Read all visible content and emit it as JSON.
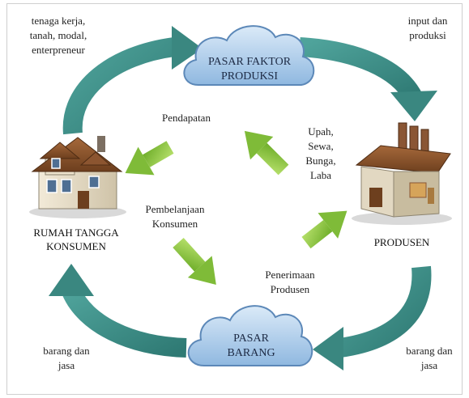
{
  "nodes": {
    "factor_market": {
      "line1": "PASAR FAKTOR",
      "line2": "PRODUKSI"
    },
    "goods_market": {
      "line1": "PASAR",
      "line2": "BARANG"
    },
    "household": {
      "line1": "RUMAH TANGGA",
      "line2": "KONSUMEN"
    },
    "producer": {
      "line1": "PRODUSEN"
    }
  },
  "flows": {
    "top_left": {
      "line1": "tenaga kerja,",
      "line2": "tanah, modal,",
      "line3": "enterpreneur"
    },
    "top_right": {
      "line1": "input dan",
      "line2": "produksi"
    },
    "bottom_left": {
      "line1": "barang dan",
      "line2": "jasa"
    },
    "bottom_right": {
      "line1": "barang dan",
      "line2": "jasa"
    },
    "income": {
      "line1": "Pendapatan"
    },
    "factor_payments": {
      "line1": "Upah,",
      "line2": "Sewa,",
      "line3": "Bunga,",
      "line4": "Laba"
    },
    "consumer_spending": {
      "line1": "Pembelanjaan",
      "line2": "Konsumen"
    },
    "producer_revenue": {
      "line1": "Penerimaan",
      "line2": "Produsen"
    }
  },
  "colors": {
    "teal_arrow": "#3e8d86",
    "green_arrow": "#8cc63f",
    "cloud_fill": "#a9cbe9",
    "cloud_edge": "#5c88b8"
  }
}
